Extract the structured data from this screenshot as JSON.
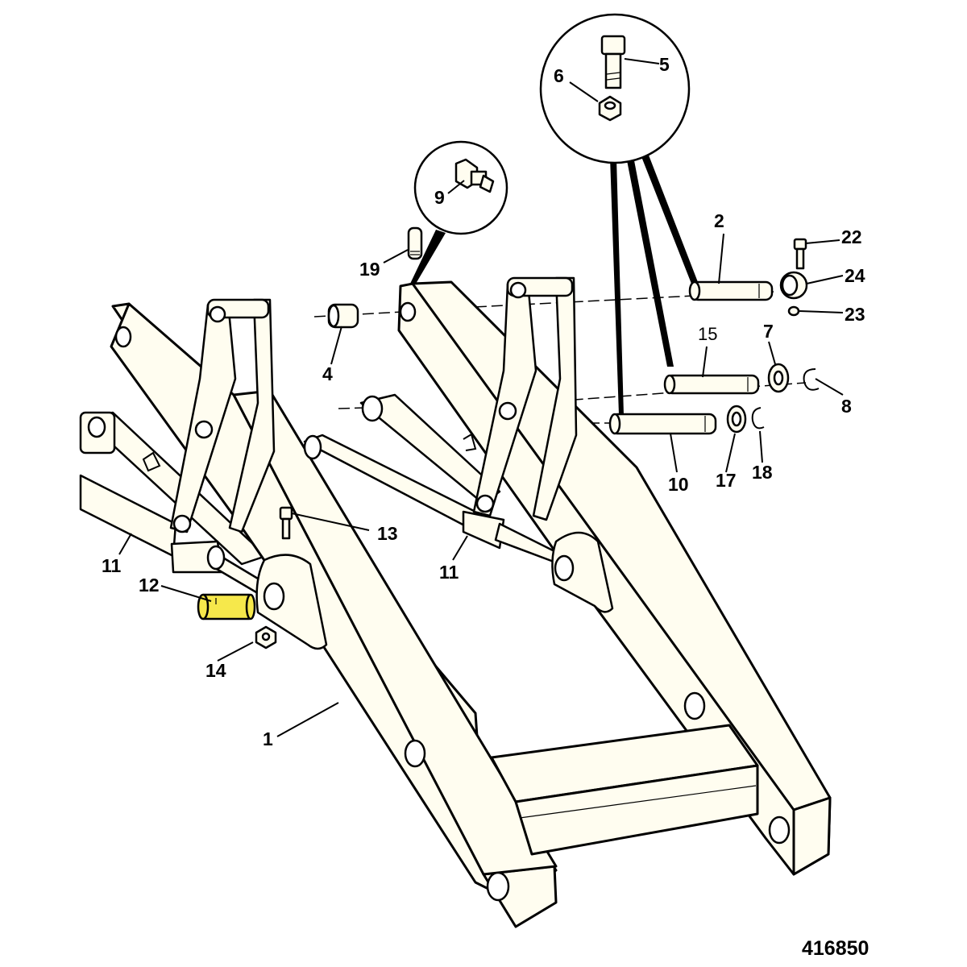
{
  "callouts": {
    "c1": "1",
    "c2": "2",
    "c4": "4",
    "c5": "5",
    "c6": "6",
    "c7": "7",
    "c8": "8",
    "c9": "9",
    "c10": "10",
    "c11a": "11",
    "c11b": "11",
    "c12": "12",
    "c13": "13",
    "c14": "14",
    "c15": "15",
    "c17": "17",
    "c18": "18",
    "c19": "19",
    "c22": "22",
    "c23": "23",
    "c24": "24"
  },
  "figure_code": "416850",
  "highlighted_part": "12",
  "colors": {
    "highlight": "#f6e84b",
    "frame_fill": "#fffdf0",
    "ink": "#000000"
  }
}
